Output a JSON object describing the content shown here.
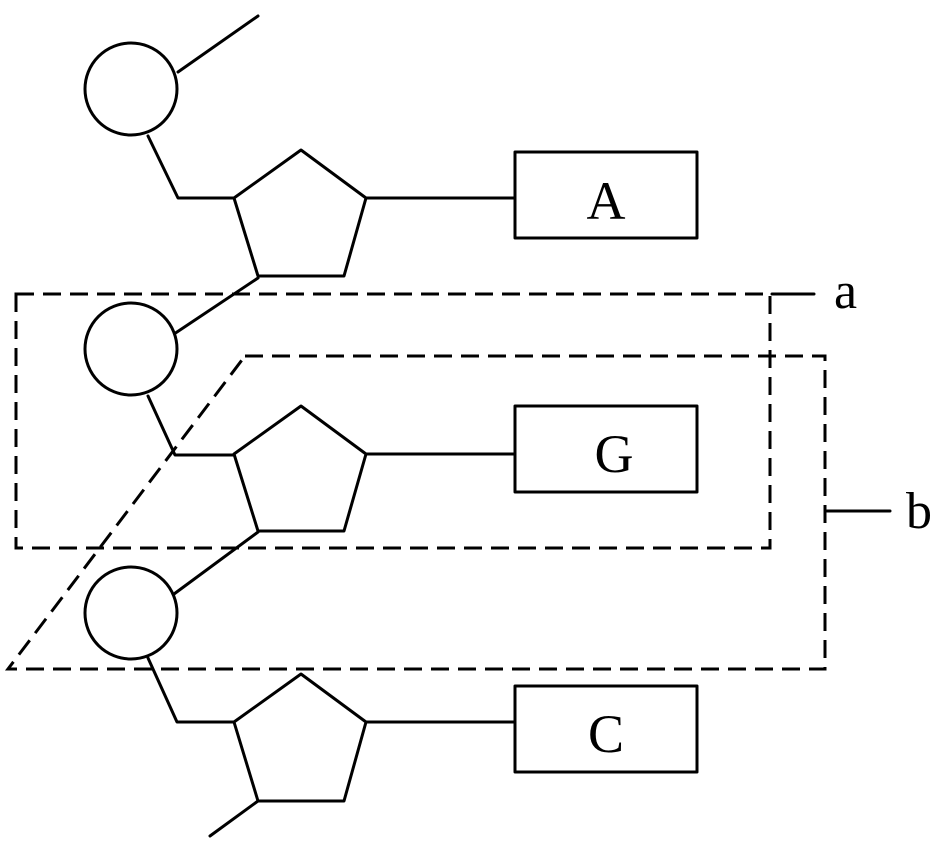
{
  "nucleotides": [
    {
      "base": "A"
    },
    {
      "base": "G"
    },
    {
      "base": "C"
    }
  ],
  "regions": {
    "a": {
      "label": "a"
    },
    "b": {
      "label": "b"
    }
  }
}
